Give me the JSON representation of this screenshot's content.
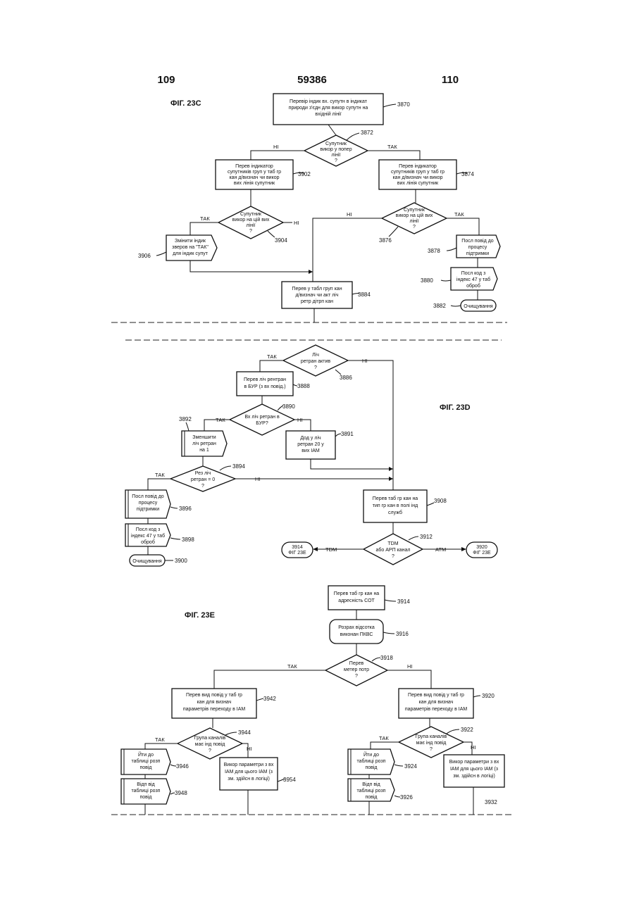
{
  "header": {
    "left": "109",
    "center": "59386",
    "right": "110"
  },
  "figures": {
    "c": "ФІГ. 23С",
    "d": "ФІГ. 23D",
    "e": "ФІГ. 23Е"
  },
  "labels": {
    "yes": "ТАК",
    "no": "НІ",
    "tdm": "TDM",
    "atm": "ATM"
  },
  "steps": {
    "s3870": {
      "ref": "3870",
      "lines": [
        "Перевір індик вх. супутн в індикат",
        "природи з'єдн  для викор супутн на",
        "вхідній лінії"
      ]
    },
    "s3872": {
      "ref": "3872",
      "lines": [
        "Супутник",
        "викор у попер",
        "лінії",
        "?"
      ]
    },
    "s3902": {
      "ref": "3902",
      "lines": [
        "Перев індикатор",
        "супутників груп у таб гр",
        "кан  д/визнач  чи викор",
        "вих  лінія супутник"
      ]
    },
    "s3874": {
      "ref": "3874",
      "lines": [
        "Перев індикатор",
        "супутників груп у таб гр",
        "кан  д/визнач  чи викор",
        "вих  лінія супутник"
      ]
    },
    "s3904": {
      "ref": "3904",
      "lines": [
        "Супутник",
        "викор  на цій вих",
        "лінії",
        "?"
      ]
    },
    "s3876": {
      "ref": "3876",
      "lines": [
        "Супутник",
        "викор на цій вих",
        "лінії",
        "?"
      ]
    },
    "s3906": {
      "ref": "3906",
      "lines": [
        "Змінити індик",
        "зверов на \"ТАК\"",
        "для індик  супут"
      ]
    },
    "s3878": {
      "ref": "3878",
      "lines": [
        "Посл  повід  до",
        "процесу",
        "підтримки"
      ]
    },
    "s3880": {
      "ref": "3880",
      "lines": [
        "Посл  код з",
        "індекс  47 у таб",
        "оброб"
      ]
    },
    "s3882": {
      "ref": "3882",
      "lines": [
        "Очищування"
      ]
    },
    "s3884": {
      "ref": "3884",
      "lines": [
        "Перев  у табл  груп кан",
        "д/визнач  чи акт  ліч",
        "ретр  дітрп  кан"
      ]
    },
    "s3886": {
      "ref": "3886",
      "lines": [
        "Ліч",
        "ретран  актив",
        "?"
      ]
    },
    "s3888": {
      "ref": "3888",
      "lines": [
        "Перев  ліч  рентран",
        "в БУР (з вх  повід.)"
      ]
    },
    "s3890": {
      "ref": "3890",
      "lines": [
        "Вх ліч  ретран  в",
        "БУР?"
      ]
    },
    "s3892": {
      "ref": "3892",
      "lines": [
        "Зменшити",
        "ліч  ретран",
        "на 1"
      ]
    },
    "s3891": {
      "ref": "3891",
      "lines": [
        "Дод  у ліч",
        "ретран 20 у",
        "вих  IAM"
      ]
    },
    "s3894": {
      "ref": "3894",
      "lines": [
        "Рез  ліч",
        "ретран  = 0",
        "?"
      ]
    },
    "s3896": {
      "ref": "3896",
      "lines": [
        "Посл  повід  до",
        "процесу",
        "підтримки"
      ]
    },
    "s3898": {
      "ref": "3898",
      "lines": [
        "Посл  код з",
        "індекс  47 у таб",
        "оброб"
      ]
    },
    "s3900": {
      "ref": "3900",
      "lines": [
        "Очищування"
      ]
    },
    "s3908": {
      "ref": "3908",
      "lines": [
        "Перев  таб  гр  кан  на",
        "тип гр  кан  в полі інд",
        "служб"
      ]
    },
    "s3912": {
      "ref": "3912",
      "lines": [
        "TDM",
        "або АРП канал",
        "?"
      ]
    },
    "s3914c": {
      "lines": [
        "3914",
        "ФІГ  23Е"
      ]
    },
    "s3920c": {
      "lines": [
        "3920",
        "ФІГ  23Е"
      ]
    },
    "s3914": {
      "ref": "3914",
      "lines": [
        "Перев  таб  гр  кан  на",
        "адресність СОТ"
      ]
    },
    "s3916": {
      "ref": "3916",
      "lines": [
        "Розрах  відсотка",
        "виконан  ПКВС"
      ]
    },
    "s3918": {
      "ref": "3918",
      "lines": [
        "Перев",
        "метер  потр",
        "?"
      ]
    },
    "s3942": {
      "ref": "3942",
      "lines": [
        "Перев  вид  повід  у таб  гр",
        "кан  для визнач",
        "параметрів переходу в IAM"
      ]
    },
    "s3920": {
      "ref": "3920",
      "lines": [
        "Перев  вид  повід  у таб  гр",
        "кан  для визнач",
        "параметрів переходу в IAM"
      ]
    },
    "s3944": {
      "ref": "3944",
      "lines": [
        "Група каналів",
        "має інд  повід",
        "?"
      ]
    },
    "s3922": {
      "ref": "3922",
      "lines": [
        "Група каналів",
        "має інд  повід",
        "?"
      ]
    },
    "s3946": {
      "ref": "3946",
      "lines": [
        "Йти до",
        "таблиці розп",
        "повід"
      ]
    },
    "s3924": {
      "ref": "3924",
      "lines": [
        "Йти до",
        "таблиці розп",
        "повід"
      ]
    },
    "s3948": {
      "ref": "3948",
      "lines": [
        "Відп  від",
        "таблиці розп",
        "повід"
      ]
    },
    "s3926": {
      "ref": "3926",
      "lines": [
        "Відп  від",
        "таблиці розп",
        "повід"
      ]
    },
    "s3954": {
      "ref": "3954",
      "lines": [
        "Викор  параметри з вх",
        "IAM для цього IAM (з",
        "зм.  здійсн  в логіці)"
      ]
    },
    "s3932": {
      "ref": "3932",
      "lines": [
        "Викор  параметри з вх",
        "IAM для цього IAM (з",
        "зм.  здійсн  в логіці)"
      ]
    }
  }
}
